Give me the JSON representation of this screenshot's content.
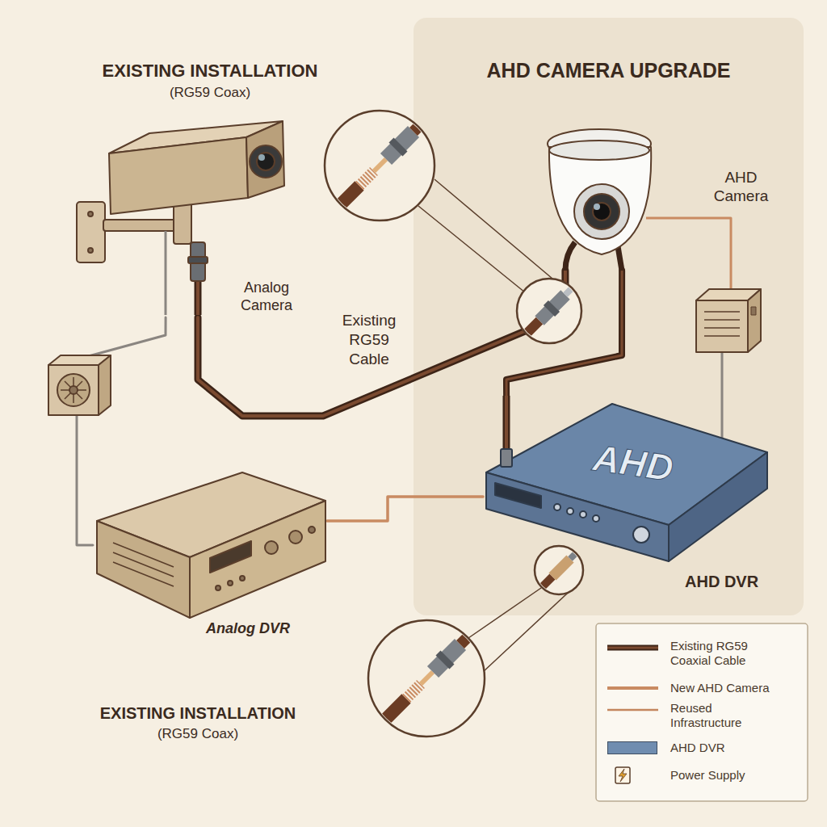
{
  "diagram": {
    "nodes": [
      {
        "text": [
          "Analog Camera"
        ]
      },
      {
        "text": [
          "Analog DVR"
        ]
      },
      {
        "text": [
          "AHD CAMERA UPGRADE"
        ]
      },
      {
        "text": [
          "AHD Camera"
        ],
        "in": 2
      },
      {
        "text": [
          "AHD",
          "AHD DVR"
        ],
        "in": 2
      }
    ],
    "edges": [
      {
        "from": 0,
        "to": 3,
        "label": "Existing RG59 Cable",
        "arrow": "none"
      },
      {
        "from": 3,
        "to": 4,
        "arrow": "none"
      },
      {
        "from": 0,
        "to": 1,
        "arrow": "none"
      },
      {
        "from": 1,
        "to": 4,
        "arrow": "none"
      }
    ],
    "labels": [
      "EXISTING INSTALLATION",
      "(RG59 Coax)",
      "EXISTING INSTALLATION",
      "(RG59 Coax)"
    ],
    "legend": [
      {
        "text": "Existing RG59 Coaxial Cable"
      },
      {
        "text": "New AHD Camera"
      },
      {
        "text": "Reused Infrastructure"
      },
      {
        "text": "AHD DVR",
        "color": "#6f8db0"
      },
      {
        "text": "Power Supply"
      }
    ]
  }
}
